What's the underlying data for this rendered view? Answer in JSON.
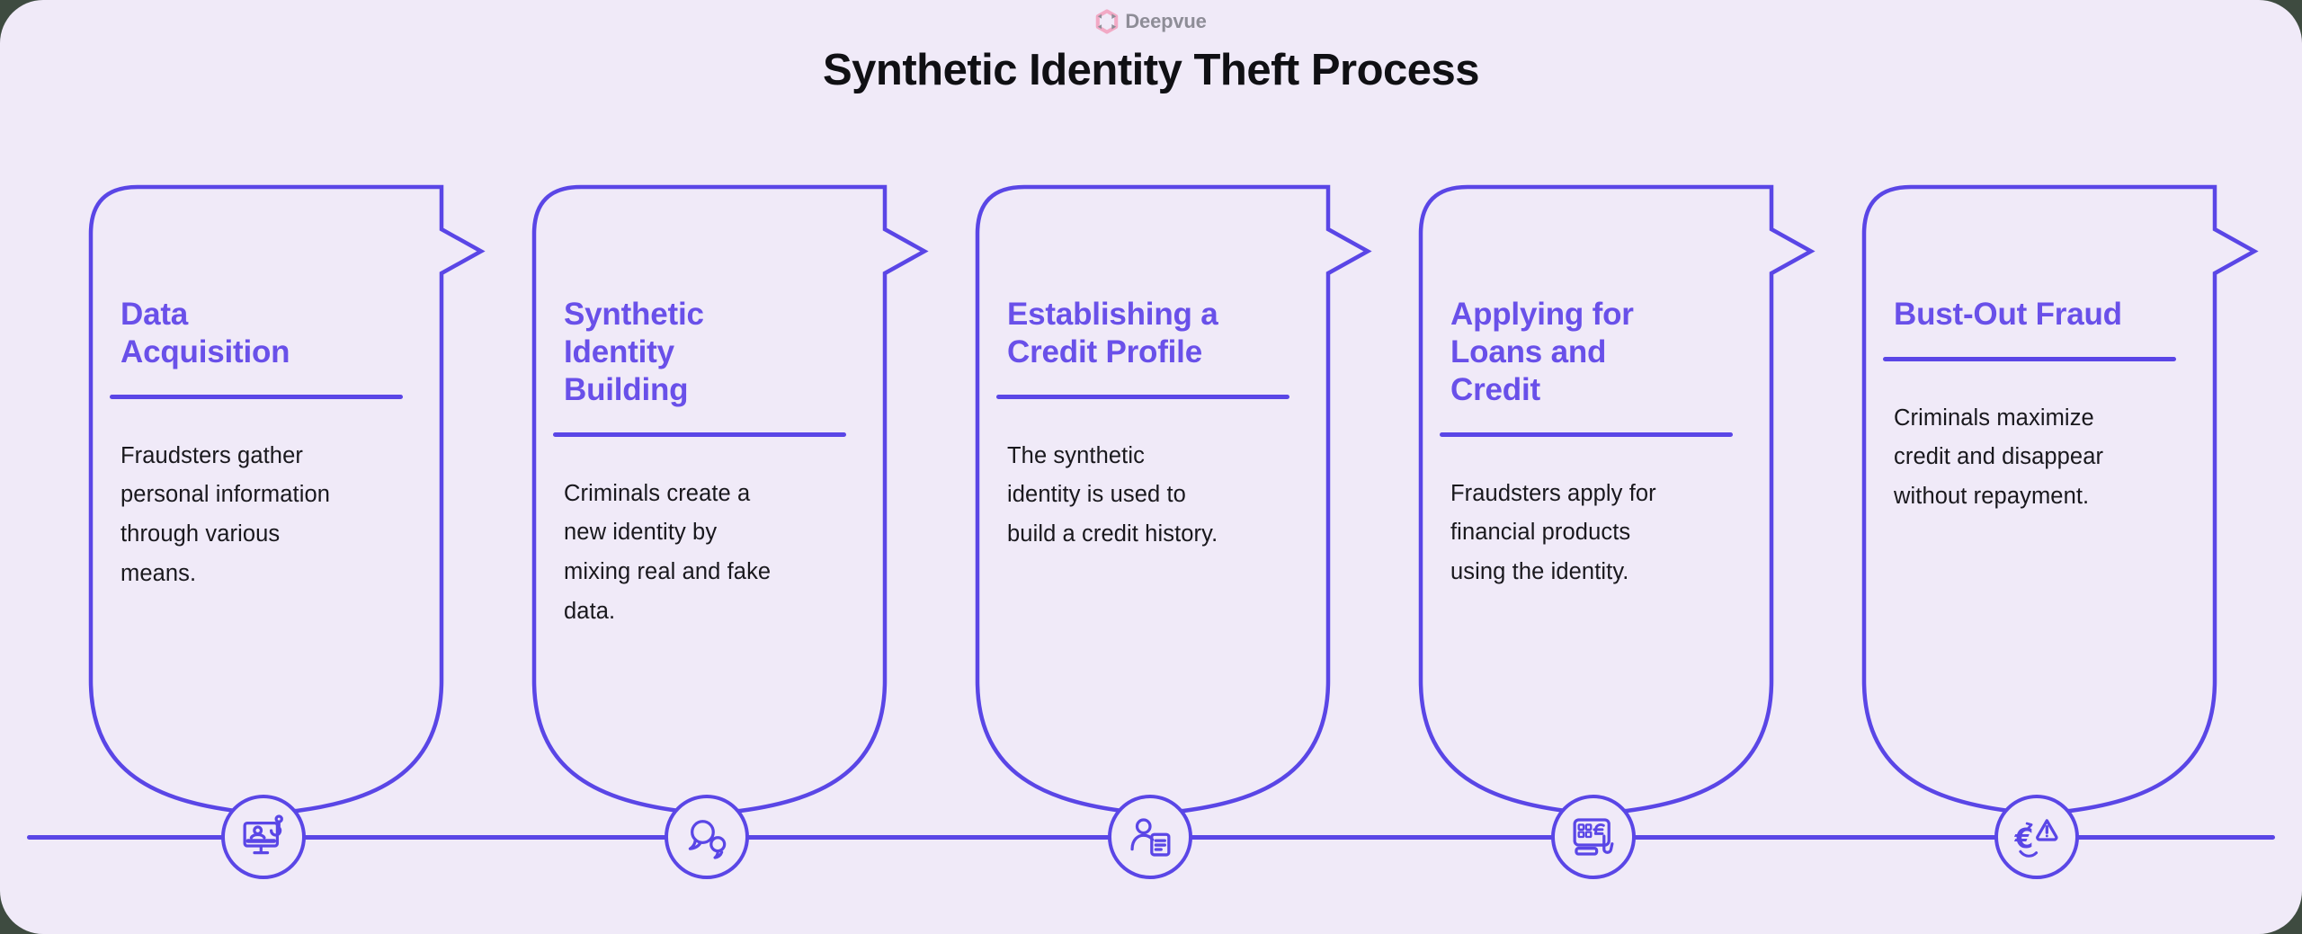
{
  "brand": {
    "name": "Deepvue"
  },
  "title": "Synthetic Identity Theft Process",
  "steps": [
    {
      "heading": "Data\nAcquisition",
      "description": "Fraudsters gather\npersonal information\nthrough various\nmeans.",
      "icon": "monitor-phishing"
    },
    {
      "heading": "Synthetic\nIdentity\nBuilding",
      "description": "Criminals create a\nnew identity by\nmixing real and fake\ndata.",
      "icon": "chat-bubbles"
    },
    {
      "heading": "Establishing a\nCredit Profile",
      "description": "The synthetic\nidentity is used to\nbuild a credit history.",
      "icon": "person-document"
    },
    {
      "heading": "Applying for\nLoans and\nCredit",
      "description": "Fraudsters apply for\nfinancial products\nusing the identity.",
      "icon": "atm-keypad-hand"
    },
    {
      "heading": "Bust-Out Fraud",
      "description": "Criminals maximize\ncredit and disappear\nwithout repayment.",
      "icon": "currency-warning"
    }
  ],
  "colors": {
    "accent": "#5A46E6",
    "heading": "#6950E9",
    "bg": "#F0EAF8",
    "outer": "#3E4B40",
    "text": "#19181D",
    "title": "#101014",
    "logotext": "#8E8D97",
    "logopink": "#F2A9C5"
  }
}
